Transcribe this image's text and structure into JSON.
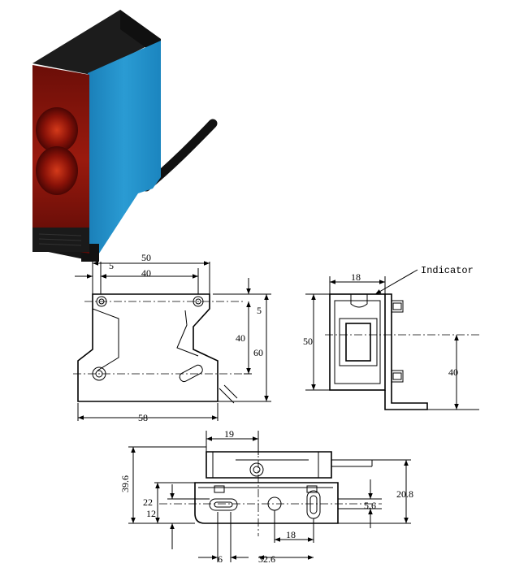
{
  "indicator_label": "Indicator",
  "front_view": {
    "width_total": "50",
    "hole_spacing": "40",
    "hole_offset": "5",
    "base_width": "58",
    "height_total": "60",
    "hole_vertical_spacing": "40",
    "top_offset": "5"
  },
  "side_view": {
    "width": "18",
    "height": "50",
    "lower_height": "40"
  },
  "bottom_view": {
    "top_offset": "19",
    "total_height": "39.6",
    "bracket_height": "22",
    "slot_height": "12",
    "right_height": "20.8",
    "slot_gap": "5.6",
    "slot_width": "18",
    "left_spacing": "6",
    "bottom_width": "32.6"
  }
}
